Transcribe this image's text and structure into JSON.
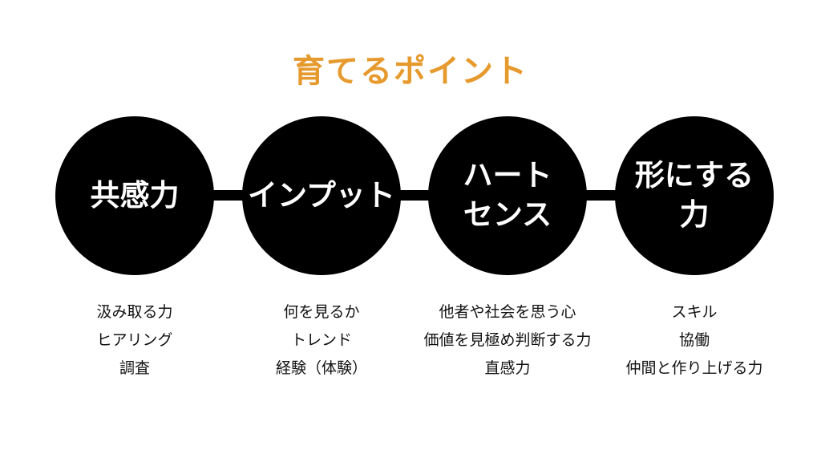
{
  "title": "育てるポイント",
  "colors": {
    "accent": "#E69A2E",
    "circle": "#000000",
    "circle_text": "#FFFFFF",
    "body_text": "#111111"
  },
  "points": [
    {
      "circle_label": "共感力",
      "items": [
        "汲み取る力",
        "ヒアリング",
        "調査"
      ]
    },
    {
      "circle_label": "インプット",
      "items": [
        "何を見るか",
        "トレンド",
        "経験（体験）"
      ]
    },
    {
      "circle_label": "ハート\nセンス",
      "items": [
        "他者や社会を思う心",
        "価値を見極め判断する力",
        "直感力"
      ]
    },
    {
      "circle_label": "形にする\n力",
      "items": [
        "スキル",
        "協働",
        "仲間と作り上げる力"
      ]
    }
  ]
}
